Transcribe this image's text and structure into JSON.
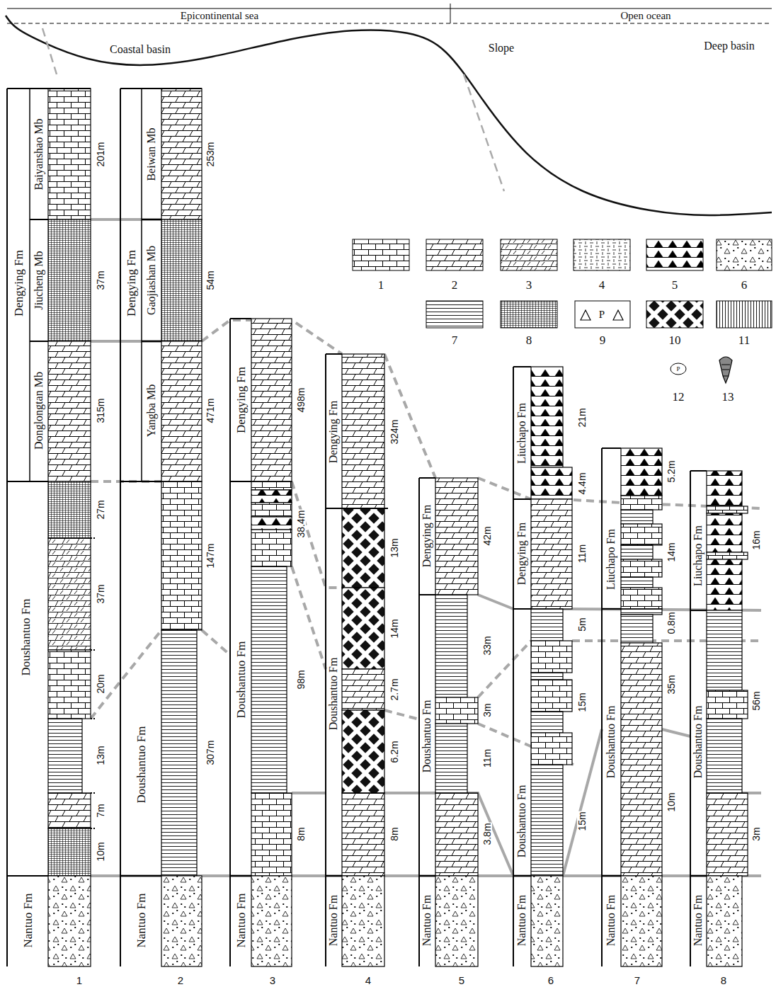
{
  "diagram": {
    "labels": [
      "Epicontinental sea",
      "Open ocean",
      "Coastal basin",
      "Slope",
      "Deep basin",
      "Dengying Fm",
      "Baiyanshao Mb",
      "201m",
      "Jiucheng Mb",
      "37m",
      "Donglongtan Mb",
      "315m",
      "Doushantuo Fm",
      "27m",
      "37m",
      "20m",
      "13m",
      "7m",
      "10m",
      "Nantuo Fm",
      "1",
      "Dengying Fm",
      "Beiwan Mb",
      "253m",
      "Gaojiashan Mb",
      "54m",
      "Yangba Mb",
      "471m",
      "Doushantuo Fm",
      "147m",
      "307m",
      "Nantuo Fm",
      "2",
      "Dengying Fm",
      "498m",
      "Doushantuo Fm",
      "38.4m",
      "98m",
      "8m",
      "Nantuo Fm",
      "3",
      "Dengying Fm",
      "324m",
      "Doushantuo Fm",
      "13m",
      "14m",
      "2.7m",
      "6.2m",
      "8m",
      "Nantuo Fm",
      "4",
      "Dengying Fm",
      "42m",
      "Doushantuo Fm",
      "33m",
      "3m",
      "11m",
      "3.8m",
      "Nantuo Fm",
      "5",
      "Liuchapo Fm",
      "21m",
      "4.4m",
      "Dengying Fm",
      "11m",
      "Doushantuo Fm",
      "5m",
      "15m",
      "15m",
      "Nantuo Fm",
      "6",
      "Liuchapo Fm",
      "5.2m",
      "14m",
      "Doushantuo Fm",
      "0.8m",
      "35m",
      "10m",
      "Nantuo Fm",
      "7",
      "Liuchapo Fm",
      "16m",
      "Doushantuo Fm",
      "56m",
      "3m",
      "Nantuo Fm",
      "8",
      "P",
      "P"
    ],
    "legend": [
      {
        "text": "1"
      },
      {
        "text": "2"
      },
      {
        "text": "3"
      },
      {
        "text": "4"
      },
      {
        "text": "5"
      },
      {
        "text": "6"
      },
      {
        "text": "7"
      },
      {
        "text": "8"
      },
      {
        "text": "9"
      },
      {
        "text": "10"
      },
      {
        "text": "11"
      },
      {
        "text": "12"
      },
      {
        "text": "13"
      }
    ]
  }
}
